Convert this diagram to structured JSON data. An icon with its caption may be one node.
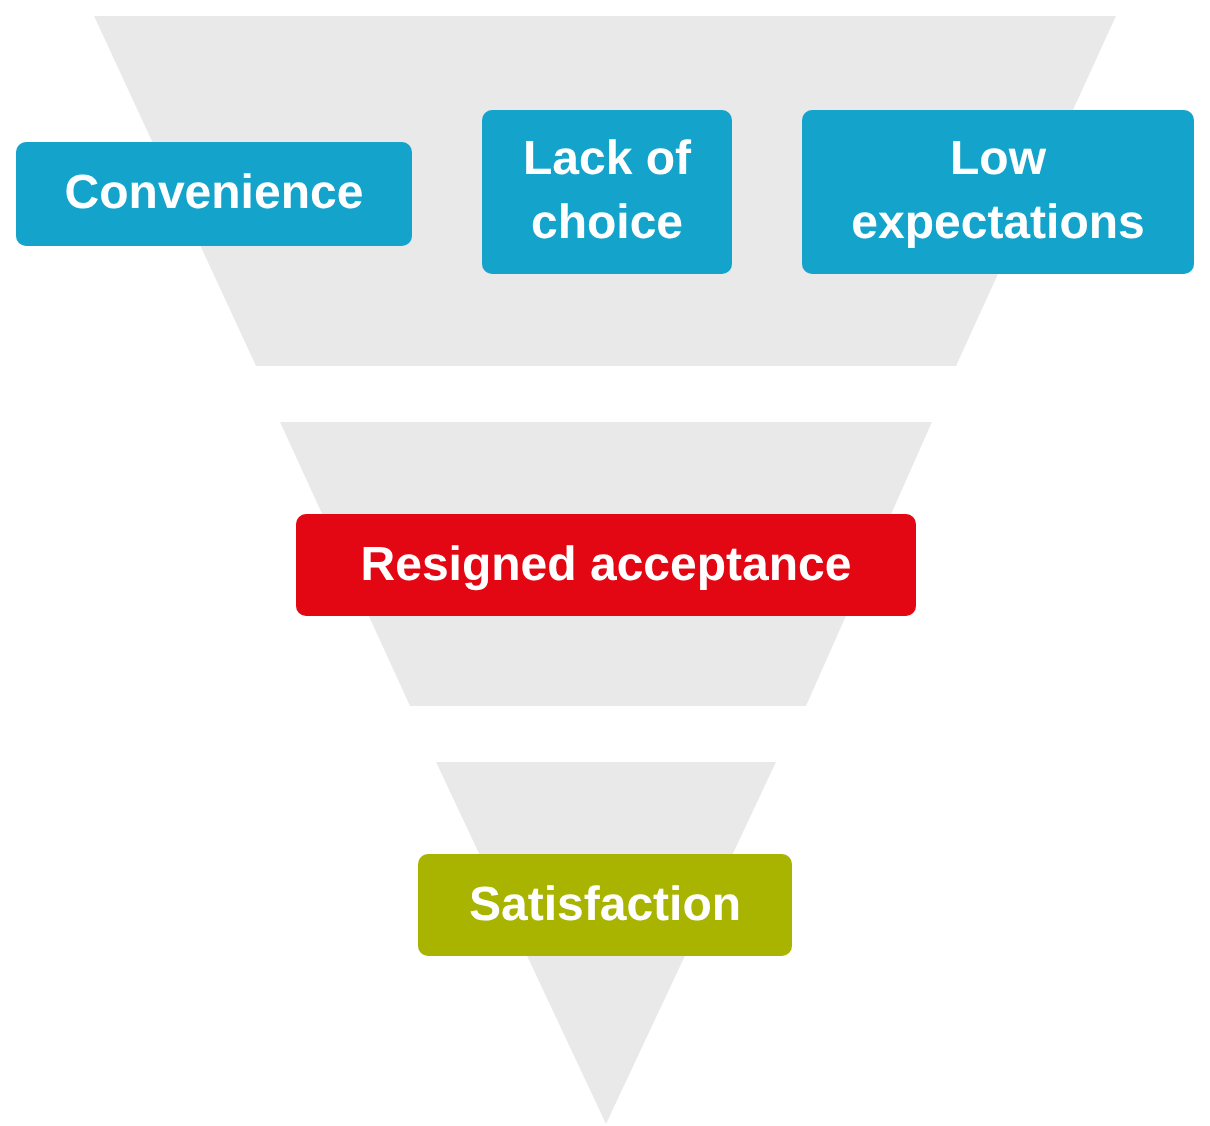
{
  "diagram": {
    "nodes": [
      {
        "text": [
          "Convenience"
        ]
      },
      {
        "text": [
          "Lack of choice"
        ]
      },
      {
        "text": [
          "Low expectations"
        ]
      },
      {
        "text": [
          "Resigned acceptance"
        ]
      },
      {
        "text": [
          "Satisfaction"
        ]
      }
    ]
  }
}
